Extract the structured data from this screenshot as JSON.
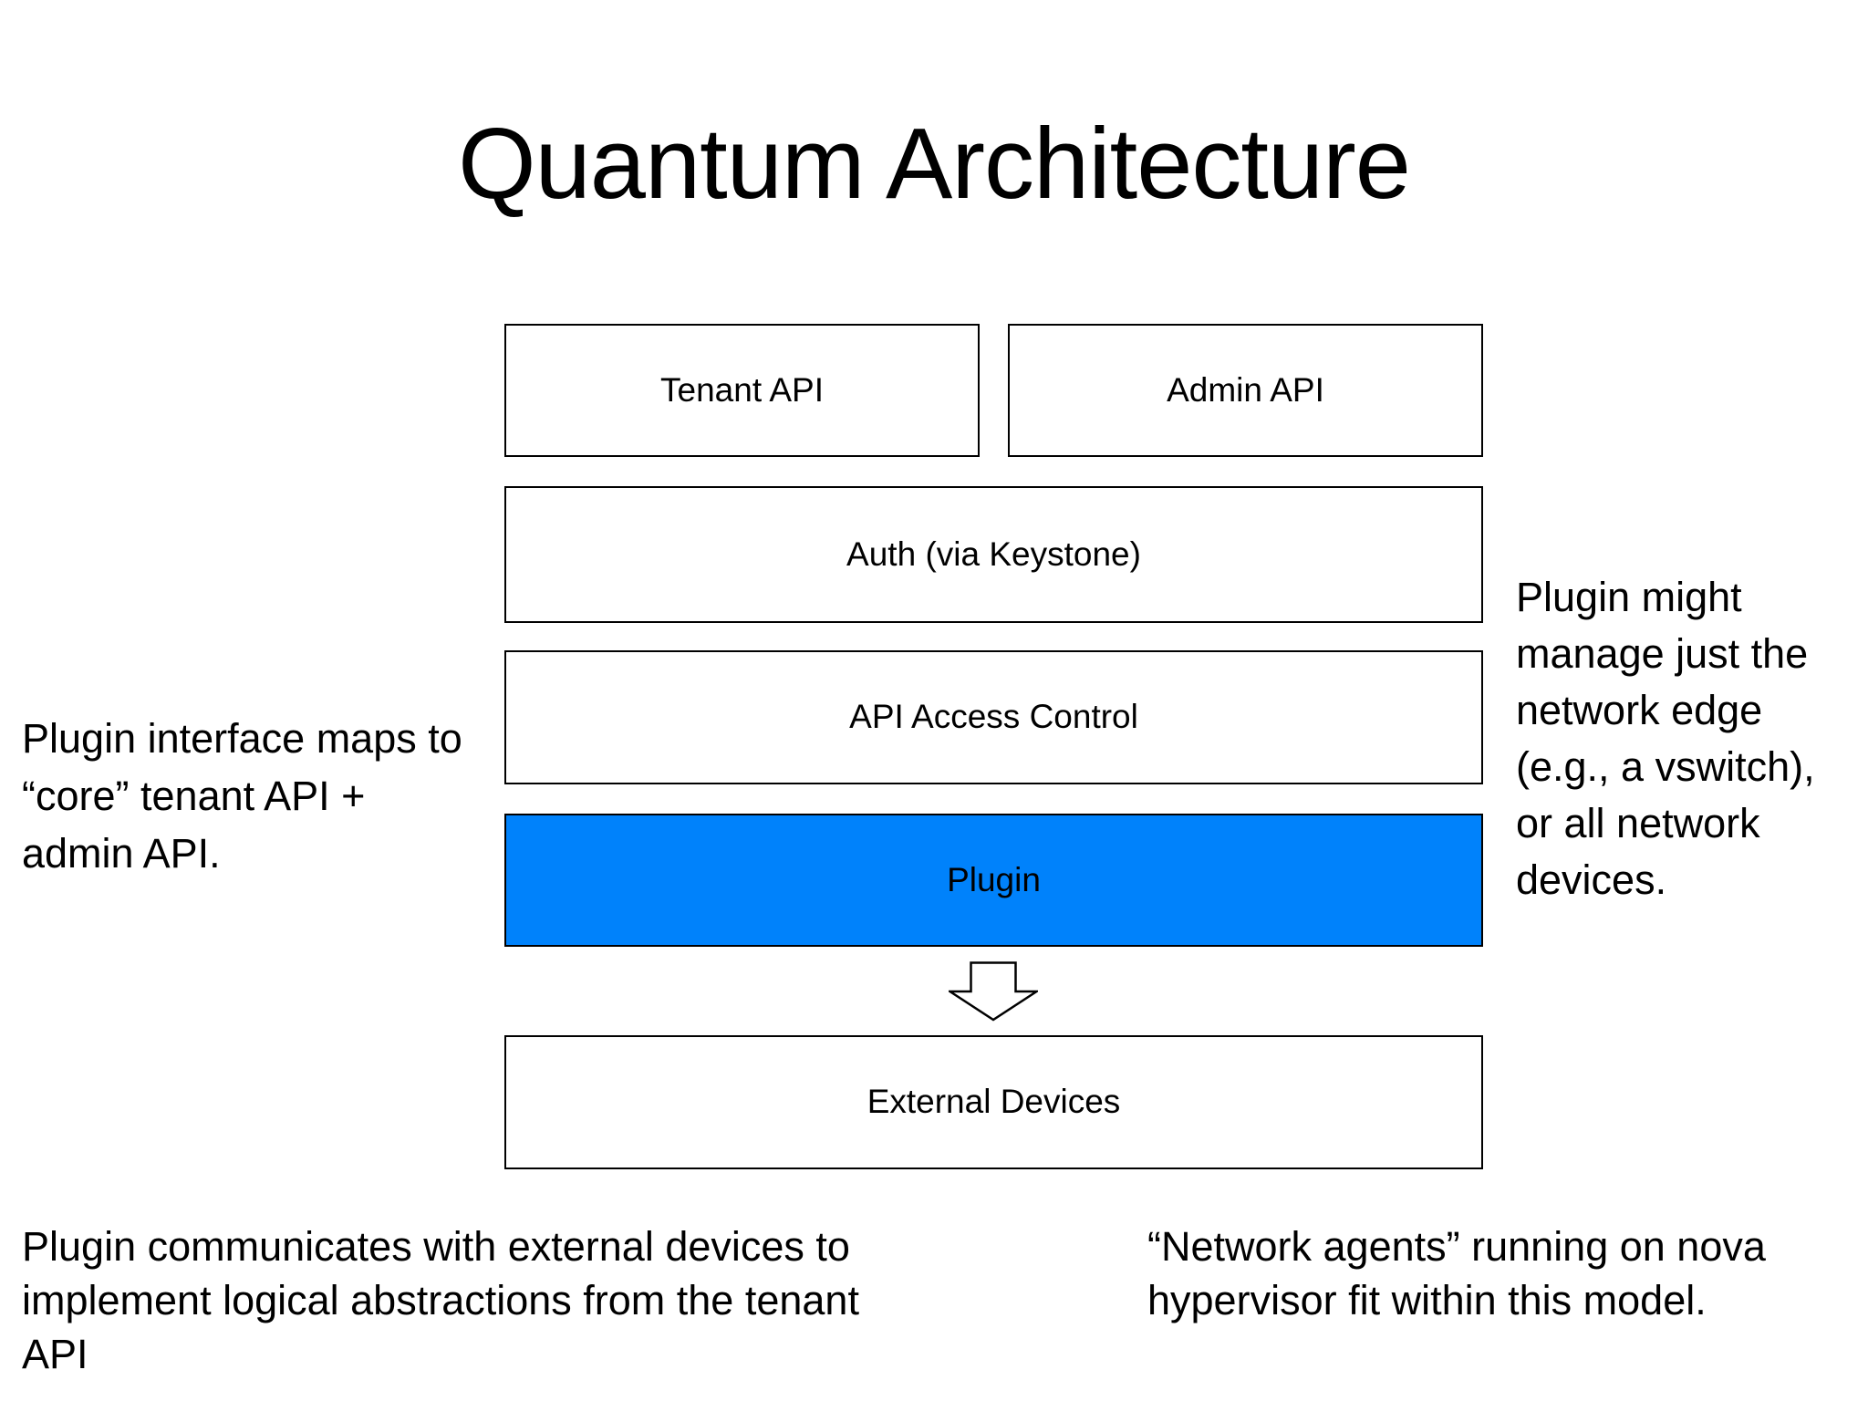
{
  "slide": {
    "title": "Quantum Architecture"
  },
  "diagram": {
    "boxes": [
      {
        "name": "tenant-api",
        "label": "Tenant API"
      },
      {
        "name": "admin-api",
        "label": "Admin API"
      },
      {
        "name": "auth",
        "label": "Auth (via Keystone)"
      },
      {
        "name": "api-access-control",
        "label": "API Access Control"
      },
      {
        "name": "plugin",
        "label": "Plugin"
      },
      {
        "name": "external-devices",
        "label": "External Devices"
      }
    ],
    "arrow": "down-block-arrow"
  },
  "annotations": {
    "left": "Plugin interface maps to\n“core” tenant API +\nadmin API.",
    "right": "Plugin might\nmanage just the\nnetwork edge\n(e.g., a vswitch),\nor all network\ndevices.",
    "bottom_left": "Plugin communicates with external devices to\nimplement logical abstractions from the tenant\nAPI",
    "bottom_right": "“Network agents” running on nova\nhypervisor fit within this model."
  },
  "colors": {
    "background": "#ffffff",
    "box_fill": "#ffffff",
    "box_border": "#000000",
    "plugin_fill": "#0082fb",
    "text": "#000000"
  }
}
